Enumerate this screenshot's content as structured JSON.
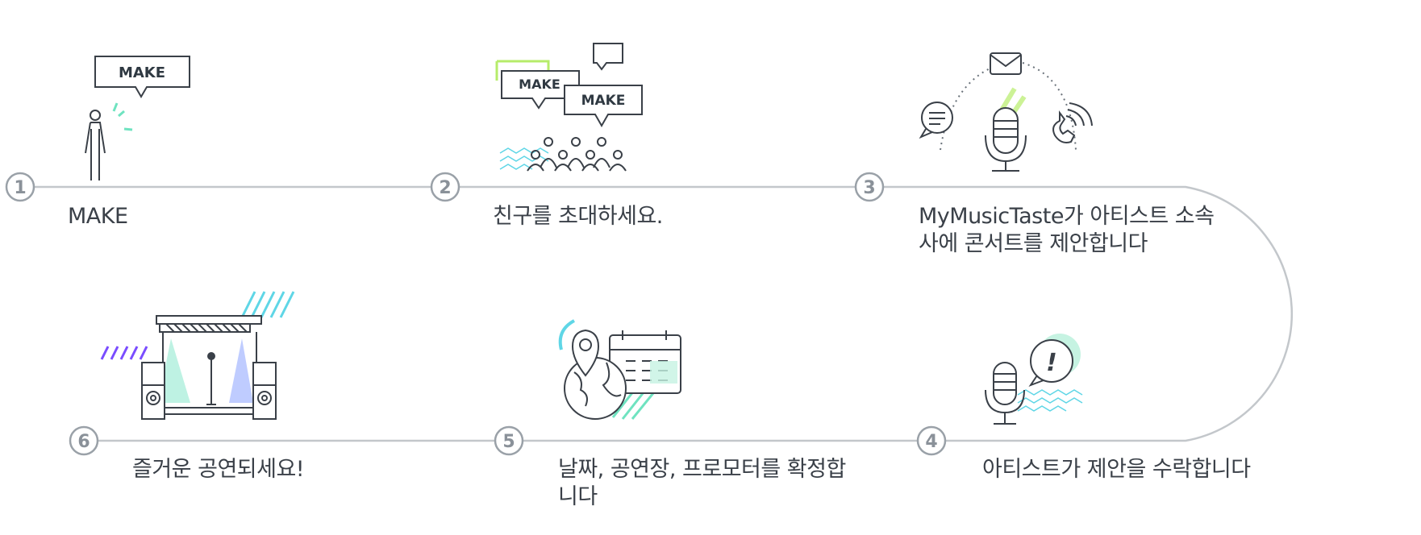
{
  "steps": [
    {
      "number": "1",
      "label": "MAKE"
    },
    {
      "number": "2",
      "label": "친구를 초대하세요."
    },
    {
      "number": "3",
      "label": "MyMusicTaste가 아티스트 소속\n사에 콘서트를 제안합니다"
    },
    {
      "number": "4",
      "label": "아티스트가 제안을 수락합니다"
    },
    {
      "number": "5",
      "label": "날짜, 공연장, 프로모터를 확정합\n니다"
    },
    {
      "number": "6",
      "label": "즐거운 공연되세요!"
    }
  ],
  "bubble_texts": {
    "step1": "MAKE",
    "step2_a": "MAKE",
    "step2_b": "MAKE"
  },
  "colors": {
    "line": "#c3c7cb",
    "circle_stroke": "#9aa1a8",
    "icon_stroke": "#3a4048",
    "accent_mint": "#6fe3c0",
    "accent_cyan": "#5fd6e6",
    "accent_lime": "#b6ec6a",
    "accent_purple": "#7a4dff",
    "accent_blue": "#8aa3ff"
  },
  "icons": {
    "step1": "person-speech-icon",
    "step2": "crowd-speech-icon",
    "step3": "microphone-contact-icon",
    "step4": "microphone-alert-icon",
    "step5": "globe-calendar-icon",
    "step6": "stage-icon"
  }
}
